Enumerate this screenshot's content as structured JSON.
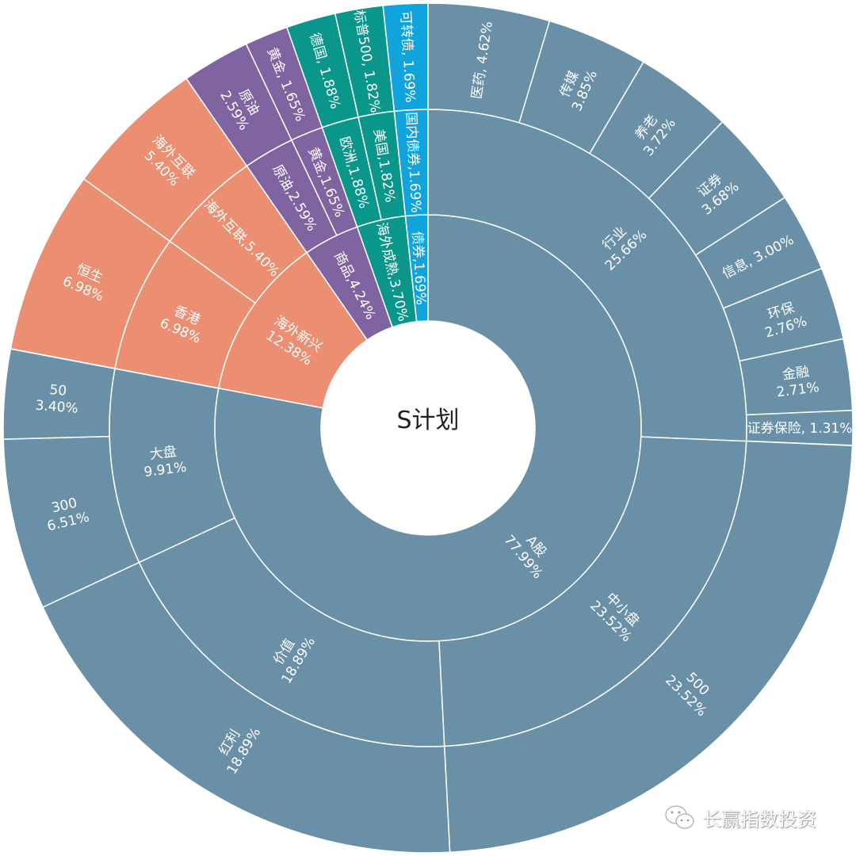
{
  "chart_data": {
    "type": "sunburst",
    "title": "S计划",
    "colors": {
      "A股": "#6a90a8",
      "海外新兴": "#eb8e71",
      "商品": "#8063a1",
      "海外成熟": "#0a968a",
      "债券": "#11a4dc"
    },
    "tree": [
      {
        "name": "A股",
        "value": 77.99,
        "label": "A股\n77.99%",
        "children": [
          {
            "name": "行业",
            "value": 25.66,
            "label": "行业\n25.66%",
            "children": [
              {
                "name": "医药",
                "value": 4.62,
                "label": "医药, 4.62%"
              },
              {
                "name": "传媒",
                "value": 3.85,
                "label": "传媒\n3.85%"
              },
              {
                "name": "养老",
                "value": 3.72,
                "label": "养老\n3.72%"
              },
              {
                "name": "证券",
                "value": 3.68,
                "label": "证券\n3.68%"
              },
              {
                "name": "信息",
                "value": 3.0,
                "label": "信息, 3.00%"
              },
              {
                "name": "环保",
                "value": 2.76,
                "label": "环保\n2.76%"
              },
              {
                "name": "金融",
                "value": 2.71,
                "label": "金融\n2.71%"
              },
              {
                "name": "证券保险",
                "value": 1.31,
                "label": "证券保险, 1.31%"
              }
            ]
          },
          {
            "name": "中小盘",
            "value": 23.52,
            "label": "中小盘\n23.52%",
            "children": [
              {
                "name": "500",
                "value": 23.52,
                "label": "500\n23.52%"
              }
            ]
          },
          {
            "name": "价值",
            "value": 18.89,
            "label": "价值\n18.89%",
            "children": [
              {
                "name": "红利",
                "value": 18.89,
                "label": "红利\n18.89%"
              }
            ]
          },
          {
            "name": "大盘",
            "value": 9.91,
            "label": "大盘\n9.91%",
            "children": [
              {
                "name": "300",
                "value": 6.51,
                "label": "300\n6.51%"
              },
              {
                "name": "50",
                "value": 3.4,
                "label": "50\n3.40%"
              }
            ]
          }
        ]
      },
      {
        "name": "海外新兴",
        "value": 12.38,
        "label": "海外新兴\n12.38%",
        "children": [
          {
            "name": "香港",
            "value": 6.98,
            "label": "香港\n6.98%",
            "children": [
              {
                "name": "恒生",
                "value": 6.98,
                "label": "恒生\n6.98%"
              }
            ]
          },
          {
            "name": "海外互联",
            "value": 5.4,
            "label": "海外互联,5.40%",
            "children": [
              {
                "name": "海外互联",
                "value": 5.4,
                "label": "海外互联\n5.40%"
              }
            ]
          }
        ]
      },
      {
        "name": "商品",
        "value": 4.24,
        "label": "商品,4.24%",
        "children": [
          {
            "name": "原油",
            "value": 2.59,
            "label": "原油,2.59%",
            "children": [
              {
                "name": "原油",
                "value": 2.59,
                "label": "原油\n2.59%"
              }
            ]
          },
          {
            "name": "黄金",
            "value": 1.65,
            "label": "黄金,1.65%",
            "children": [
              {
                "name": "黄金",
                "value": 1.65,
                "label": "黄金, 1.65%"
              }
            ]
          }
        ]
      },
      {
        "name": "海外成熟",
        "value": 3.7,
        "label": "海外成熟,3.70%",
        "children": [
          {
            "name": "欧洲",
            "value": 1.88,
            "label": "欧洲,1.88%",
            "children": [
              {
                "name": "德国",
                "value": 1.88,
                "label": "德国, 1.88%"
              }
            ]
          },
          {
            "name": "美国",
            "value": 1.82,
            "label": "美国,1.82%",
            "children": [
              {
                "name": "标普500",
                "value": 1.82,
                "label": "标普500, 1.82%"
              }
            ]
          }
        ]
      },
      {
        "name": "债券",
        "value": 1.69,
        "label": "债券,1.69%",
        "children": [
          {
            "name": "国内债券",
            "value": 1.69,
            "label": "国内债券,1.69%",
            "children": [
              {
                "name": "可转债",
                "value": 1.69,
                "label": "可转债, 1.69%"
              }
            ]
          }
        ]
      }
    ]
  },
  "watermark": {
    "text": "长赢指数投资",
    "icon": "wechat-icon"
  }
}
